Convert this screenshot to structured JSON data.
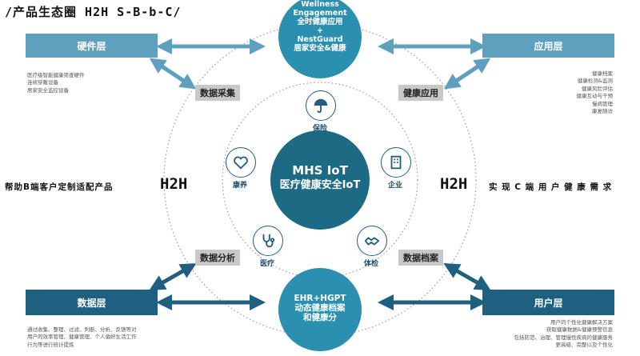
{
  "title": "/产品生态圈 H2H S-B-b-C/",
  "top_circle": {
    "lines": [
      "Wellness",
      "Engagement",
      "全时健康应用",
      "+",
      "NestGuard",
      "居家安全&健康"
    ]
  },
  "center_circle": {
    "line1": "MHS IoT",
    "line2": "医疗健康安全IoT"
  },
  "bottom_circle": {
    "lines": [
      "EHR+HGPT",
      "动态健康档案",
      "和健康分"
    ]
  },
  "layers": {
    "hardware": "硬件层",
    "application": "应用层",
    "data": "数据层",
    "user": "用户层"
  },
  "tags": {
    "collect": "数据采集",
    "health_app": "健康应用",
    "analysis": "数据分析",
    "archive": "数据档案"
  },
  "hardware_items": [
    "医疗级智能健康筛查硬件",
    "连续穿戴设备",
    "居家安全监控设备"
  ],
  "application_items": [
    "健康档案",
    "健康检测&监测",
    "健康风险评估",
    "健康互动与干预",
    "慢病管理",
    "康复随访"
  ],
  "data_items": [
    "通过收集、整理、过滤、判断、分析、反馈等对",
    "用户的效率管理、健康管理、个人偏好生活工作",
    "行为等进行统计提炼"
  ],
  "user_items": [
    "用户的个性化健康解决方案",
    "获取健康数据&健康预警信息",
    "包括防范、治理、管理慢性疾病的健康服务",
    "更高级、完整以及个性化"
  ],
  "left_side": {
    "text": "帮助B端客户定制适配产品",
    "h2h": "H2H"
  },
  "right_side": {
    "text": "实 现 C 端 用 户 健 康 需 求",
    "h2h": "H2H"
  },
  "nodes": {
    "insurance": "保险",
    "wellness": "康养",
    "enterprise": "企业",
    "medical": "医疗",
    "checkup": "体检"
  }
}
